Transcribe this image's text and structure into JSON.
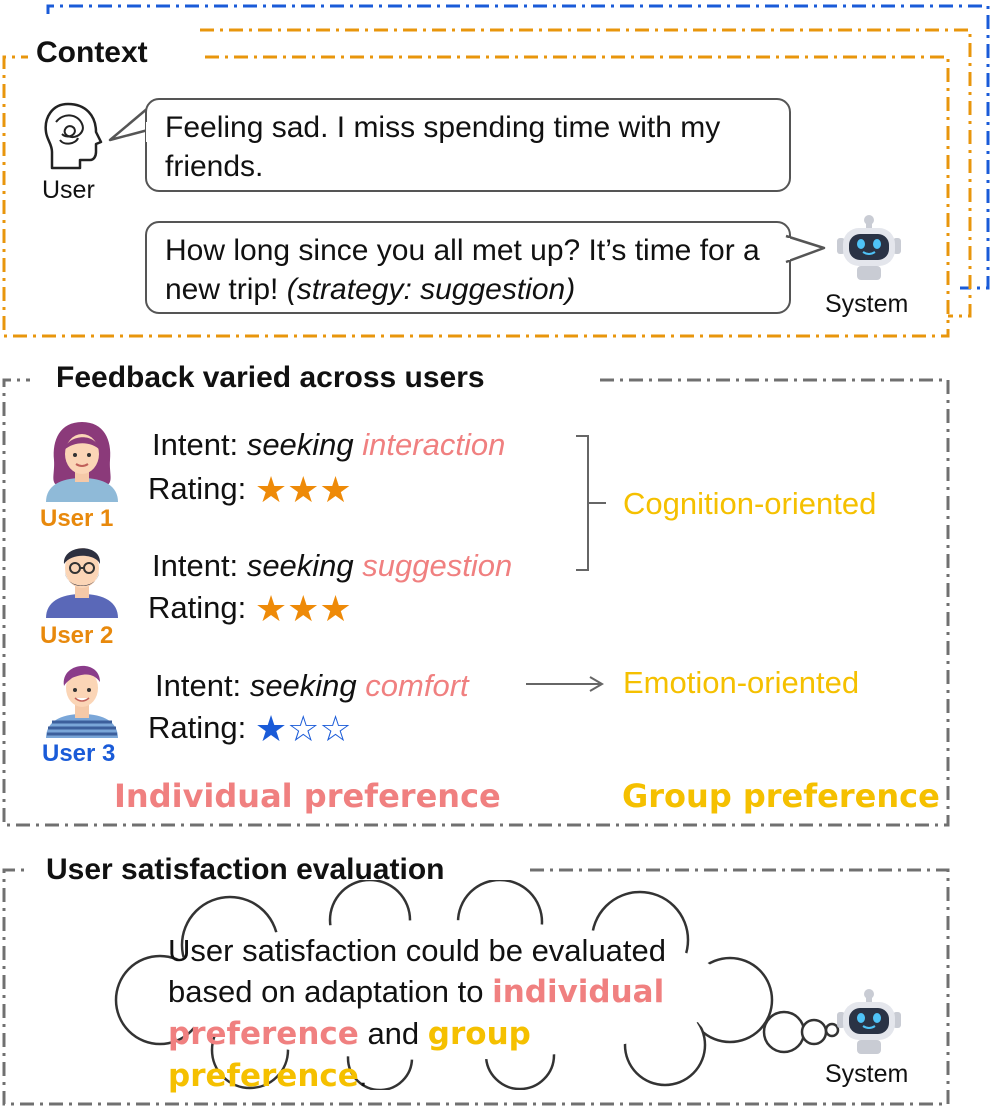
{
  "context": {
    "title": "Context",
    "user_label": "User",
    "system_label": "System",
    "user_message": "Feeling sad. I miss spending time with my friends.",
    "system_message": "How long since you all met up? It’s time for a new trip!",
    "system_strategy": "(strategy: suggestion)"
  },
  "feedback": {
    "title": "Feedback varied across users",
    "intent_prefix": "Intent:",
    "seeking_word": "seeking",
    "rating_prefix": "Rating:",
    "users": [
      {
        "label": "User 1",
        "intent": "interaction",
        "rating": 3,
        "rating_max": 3
      },
      {
        "label": "User 2",
        "intent": "suggestion",
        "rating": 3,
        "rating_max": 3
      },
      {
        "label": "User 3",
        "intent": "comfort",
        "rating": 1,
        "rating_max": 3
      }
    ],
    "cognition_label": "Cognition-oriented",
    "emotion_label": "Emotion-oriented",
    "individual_label": "Individual preference",
    "group_label": "Group preference"
  },
  "evaluation": {
    "title": "User satisfaction evaluation",
    "text_part1": "User satisfaction could be evaluated based on adaptation to",
    "individual_term": "individual preference",
    "text_and": "and",
    "group_term": "group preference",
    "text_end": ".",
    "system_label": "System"
  },
  "colors": {
    "orange_frame": "#e8960c",
    "blue_frame": "#1a5bd8",
    "gray_frame": "#707070",
    "star_orange": "#ee8a08",
    "star_blue": "#1a5bd8",
    "pink": "#f08080",
    "yellow": "#f5c000"
  }
}
